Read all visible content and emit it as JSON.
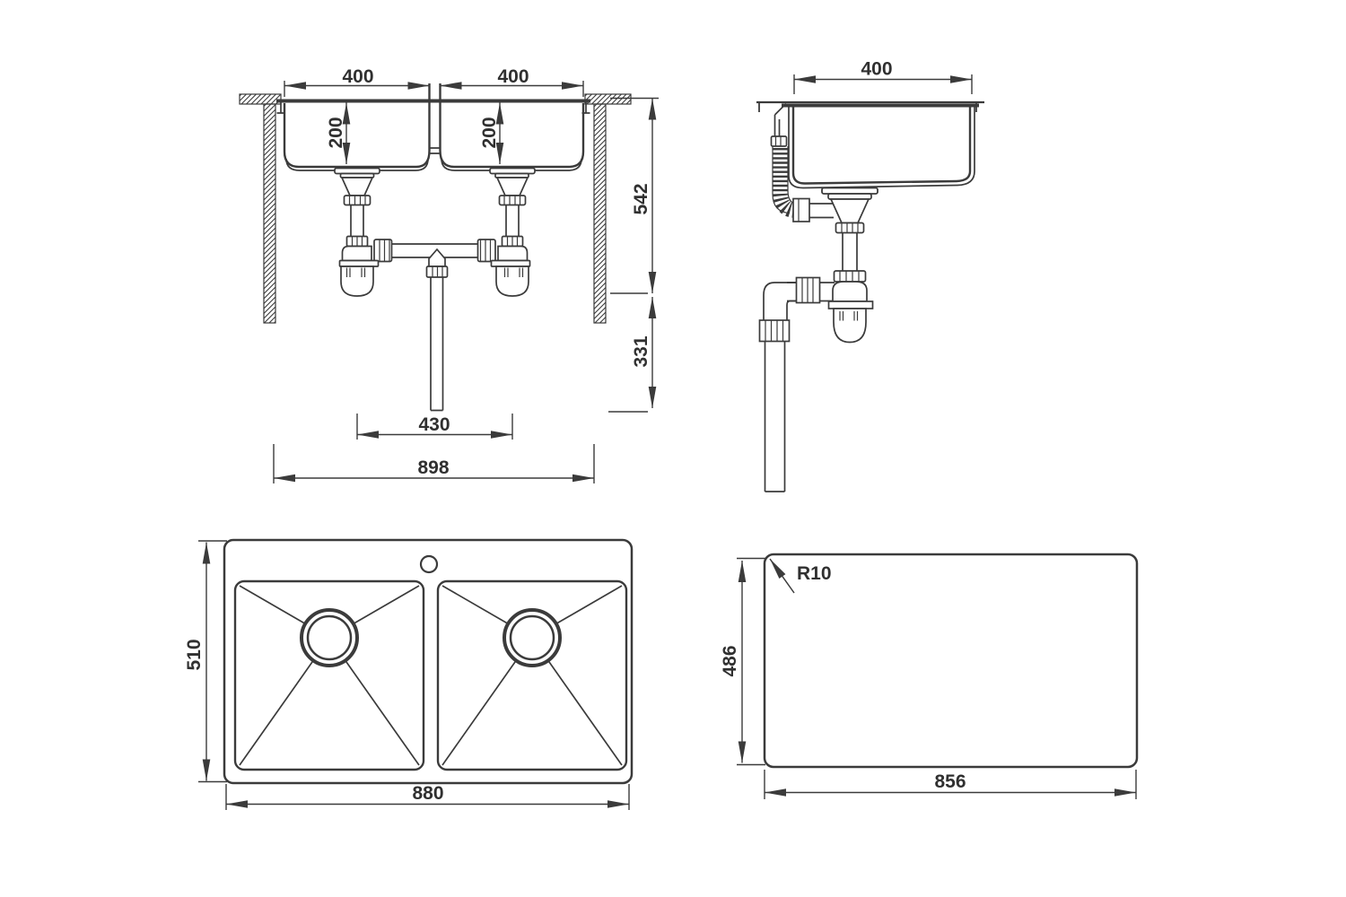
{
  "front_view": {
    "dims": {
      "left_bowl_width": "400",
      "right_bowl_width": "400",
      "left_bowl_depth": "200",
      "right_bowl_depth": "200",
      "rim_to_trap_bottom": "542",
      "trap_to_pipe_end": "331",
      "drain_centers_spacing": "430",
      "overall_width": "898"
    }
  },
  "side_view": {
    "dims": {
      "bowl_width": "400"
    }
  },
  "plan_view": {
    "dims": {
      "overall_depth": "510",
      "overall_width": "880"
    }
  },
  "cutout_view": {
    "dims": {
      "corner_radius": "R10",
      "cutout_depth": "486",
      "cutout_width": "856"
    }
  },
  "style": {
    "line_color": "#3b3b3b",
    "text_color": "#303030",
    "background": "#ffffff"
  }
}
